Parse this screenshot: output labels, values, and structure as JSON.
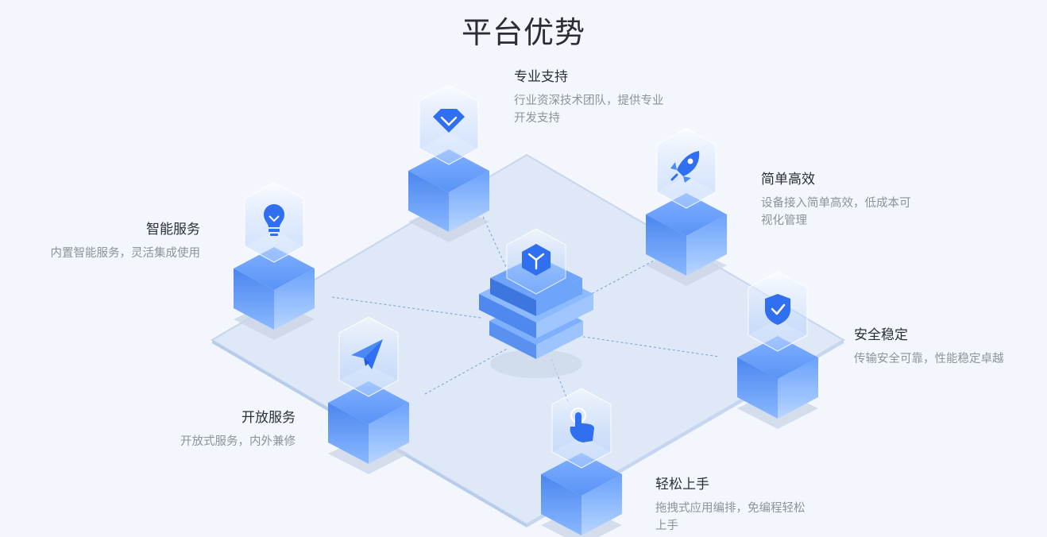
{
  "page": {
    "title": "平台优势"
  },
  "features": [
    {
      "id": "pro-support",
      "title": "专业支持",
      "desc_line1": "行业资深技术团队，提供专业",
      "desc_line2": "开发支持",
      "icon": "diamond-icon"
    },
    {
      "id": "simple-efficient",
      "title": "简单高效",
      "desc_line1": "设备接入简单高效，低成本可",
      "desc_line2": "视化管理",
      "icon": "rocket-icon"
    },
    {
      "id": "smart-service",
      "title": "智能服务",
      "desc_line1": "内置智能服务，灵活集成使用",
      "desc_line2": "",
      "icon": "lightbulb-icon"
    },
    {
      "id": "safe-stable",
      "title": "安全稳定",
      "desc_line1": "传输安全可靠，性能稳定卓越",
      "desc_line2": "",
      "icon": "shield-check-icon"
    },
    {
      "id": "open-service",
      "title": "开放服务",
      "desc_line1": "开放式服务，内外兼修",
      "desc_line2": "",
      "icon": "paper-plane-icon"
    },
    {
      "id": "easy-start",
      "title": "轻松上手",
      "desc_line1": "拖拽式应用编排，免编程轻松",
      "desc_line2": "上手",
      "icon": "hand-pointer-icon"
    }
  ],
  "center": {
    "icon": "platform-hub-icon"
  },
  "colors": {
    "accent": "#3b7cf5",
    "platform": "#dde8f7",
    "title": "#2a2d33",
    "muted": "#8d939c"
  }
}
